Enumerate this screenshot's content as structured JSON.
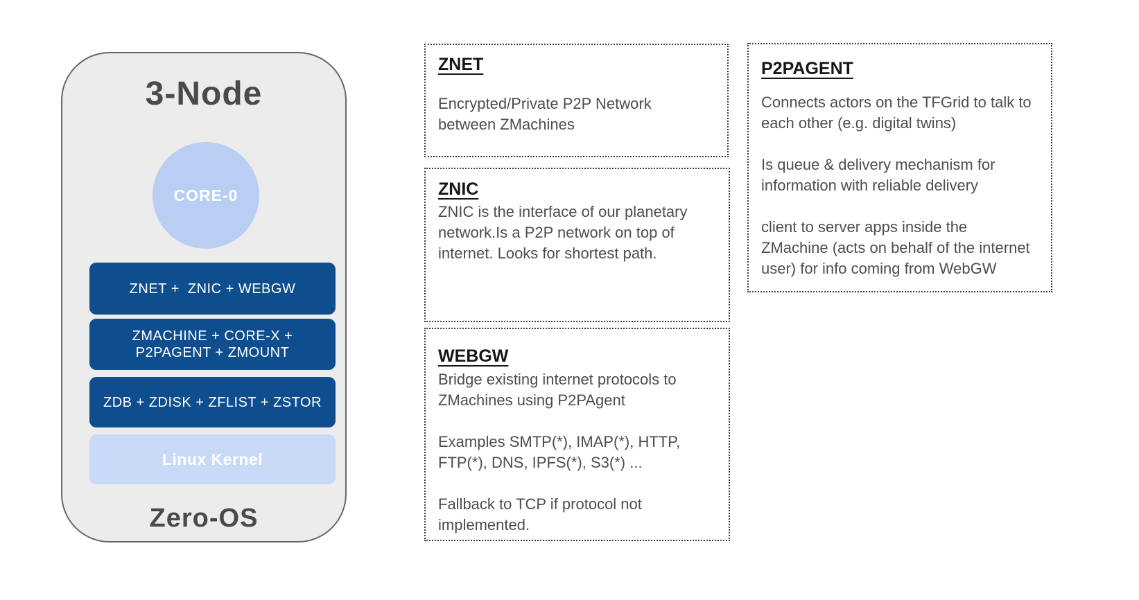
{
  "node_diagram": {
    "title": "3-Node",
    "core_label": "CORE-0",
    "stack_boxes": [
      {
        "label": "ZNET +  ZNIC + WEBGW"
      },
      {
        "label": "ZMACHINE + CORE-X +\nP2PAGENT + ZMOUNT"
      },
      {
        "label": "ZDB + ZDISK + ZFLIST + ZSTOR"
      }
    ],
    "kernel_label": "Linux Kernel",
    "os_label": "Zero-OS"
  },
  "annotations": {
    "znet": {
      "title": "ZNET",
      "body": "Encrypted/Private P2P Network\nbetween ZMachines"
    },
    "znic": {
      "title": "ZNIC",
      "body": "ZNIC is the interface of our planetary\nnetwork.Is a P2P network on top of\ninternet. Looks for shortest path."
    },
    "webgw": {
      "title": "WEBGW",
      "body": "Bridge existing internet protocols to\nZMachines using P2PAgent\n\nExamples SMTP(*), IMAP(*), HTTP,\nFTP(*), DNS, IPFS(*), S3(*) ...\n\nFallback to TCP if protocol not\nimplemented."
    },
    "p2pagent": {
      "title": "P2PAGENT",
      "body": "Connects actors on the TFGrid to talk to\neach other (e.g. digital twins)\n\nIs queue & delivery mechanism for\ninformation with reliable delivery\n\nclient to server apps inside the\nZMachine (acts on behalf of the internet\nuser) for info coming from WebGW"
    }
  },
  "colors": {
    "accent_dark_blue": "#0e4e8f",
    "accent_light_blue": "#b9cef2",
    "kernel_blue": "#c9daf7",
    "panel_gray": "#ececec",
    "panel_border": "#686868",
    "heading_gray": "#4a4a4a",
    "body_gray": "#4d4d4d",
    "dotted_border": "#3b3b3b",
    "title_black": "#161616"
  }
}
